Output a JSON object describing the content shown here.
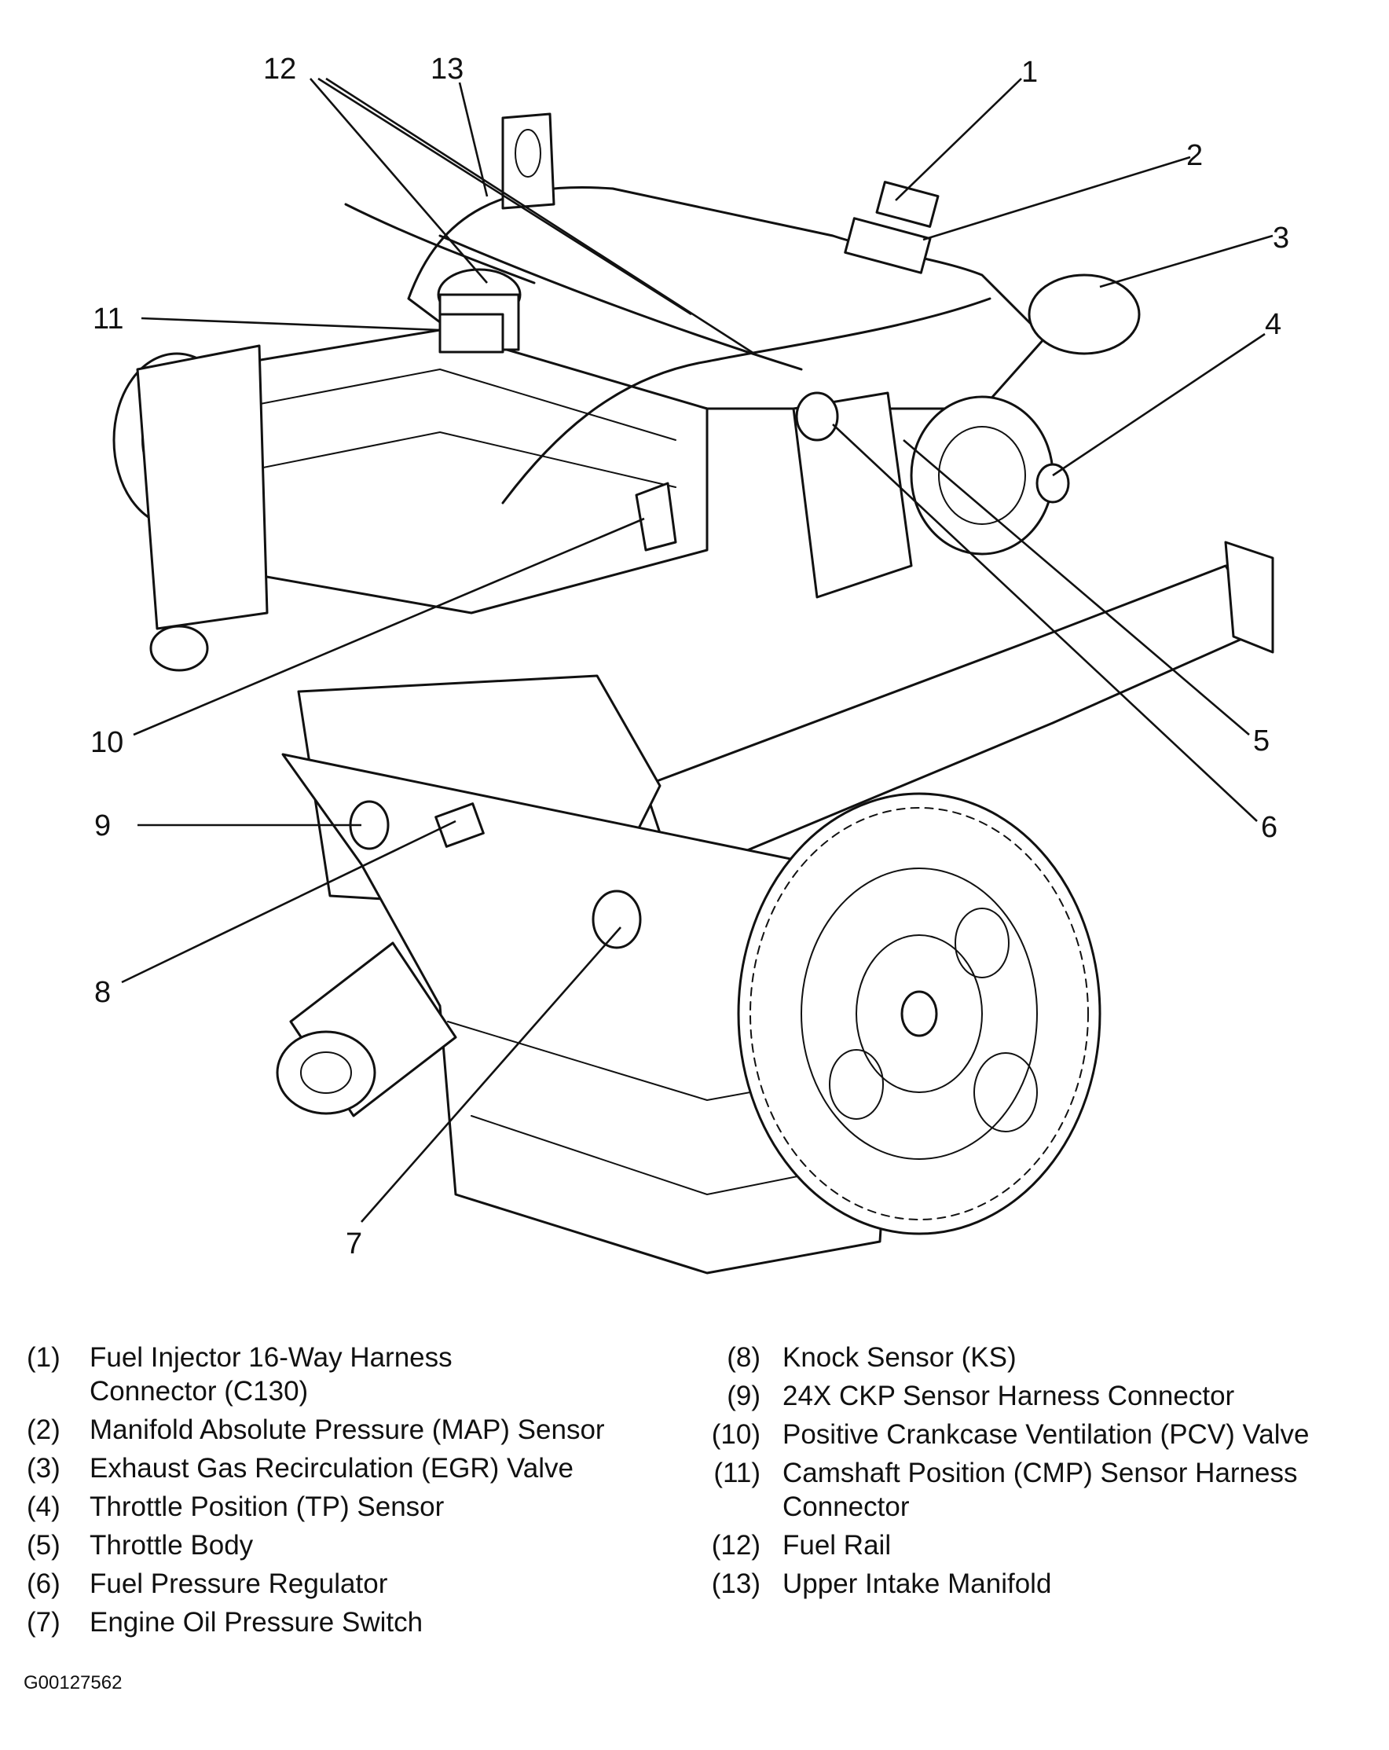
{
  "callouts": [
    "1",
    "2",
    "3",
    "4",
    "5",
    "6",
    "7",
    "8",
    "9",
    "10",
    "11",
    "12",
    "13"
  ],
  "legend_left": [
    {
      "num": "(1)",
      "lines": [
        "Fuel Injector 16-Way Harness",
        "Connector (C130)"
      ]
    },
    {
      "num": "(2)",
      "lines": [
        "Manifold Absolute Pressure (MAP) Sensor"
      ]
    },
    {
      "num": "(3)",
      "lines": [
        "Exhaust Gas Recirculation (EGR) Valve"
      ]
    },
    {
      "num": "(4)",
      "lines": [
        "Throttle Position (TP) Sensor"
      ]
    },
    {
      "num": "(5)",
      "lines": [
        "Throttle Body"
      ]
    },
    {
      "num": "(6)",
      "lines": [
        "Fuel Pressure Regulator"
      ]
    },
    {
      "num": "(7)",
      "lines": [
        "Engine Oil Pressure Switch"
      ]
    }
  ],
  "legend_right": [
    {
      "num": "(8)",
      "lines": [
        "Knock Sensor (KS)"
      ]
    },
    {
      "num": "(9)",
      "lines": [
        "24X CKP Sensor Harness Connector"
      ]
    },
    {
      "num": "(10)",
      "lines": [
        "Positive Crankcase Ventilation (PCV) Valve"
      ]
    },
    {
      "num": "(11)",
      "lines": [
        "Camshaft Position (CMP) Sensor Harness",
        "Connector"
      ]
    },
    {
      "num": "(12)",
      "lines": [
        "Fuel Rail"
      ]
    },
    {
      "num": "(13)",
      "lines": [
        "Upper Intake Manifold"
      ]
    }
  ],
  "figure_id": "G00127562"
}
